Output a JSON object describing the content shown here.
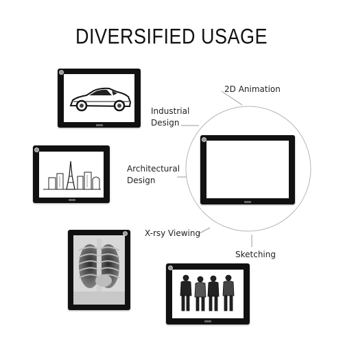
{
  "title": "DIVERSIFIED USAGE",
  "labels": {
    "animation": "2D Animation",
    "industrial_line1": "Industrial",
    "industrial_line2": "Design",
    "architectural_line1": "Architectural",
    "architectural_line2": "Design",
    "xray": "X-rsy Viewing",
    "sketching": "Sketching"
  },
  "colors": {
    "pad_frame": "#111111",
    "screen": "#ffffff",
    "connector_line": "#9a9a9a"
  }
}
